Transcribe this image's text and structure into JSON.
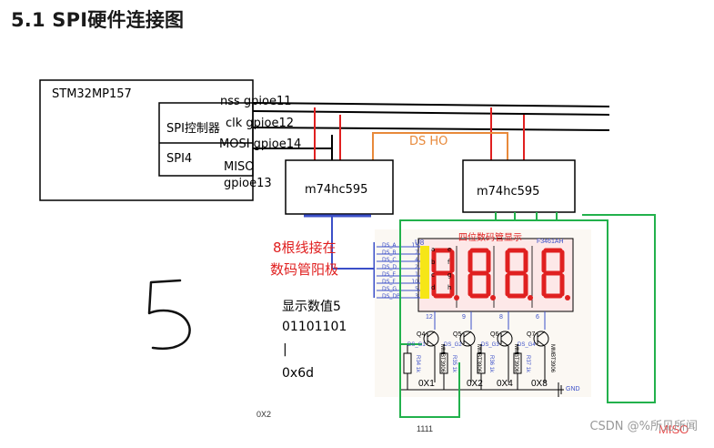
{
  "title": "5.1 SPI硬件连接图",
  "mcu": {
    "name": "STM32MP157",
    "controller_label": "SPI控制器",
    "spi_name": "SPI4"
  },
  "signals": {
    "nss": "nss gpioe11",
    "clk": "clk   gpioe12",
    "mosi": "MOSI  gpioe14",
    "miso_label": "MISO",
    "miso_pin": "gpioe13"
  },
  "chips": [
    {
      "name": "m74hc595"
    },
    {
      "name": "m74hc595"
    }
  ],
  "ds_ho_label": "DS  HO",
  "note_line1": "8根线接在",
  "note_line2": "数码管阳极",
  "display_value_label": "显示数值5",
  "binary_value": "01101101",
  "pipe": "|",
  "hex_value": "0x6d",
  "schematic": {
    "ref": "U8",
    "title": "四位数码管显示",
    "part": "F3461AH",
    "segment_pins": [
      {
        "name": "DS_A",
        "pin": "11"
      },
      {
        "name": "DS_B",
        "pin": "7"
      },
      {
        "name": "DS_C",
        "pin": "4"
      },
      {
        "name": "DS_D",
        "pin": "2"
      },
      {
        "name": "DS_E",
        "pin": "1"
      },
      {
        "name": "DS_F",
        "pin": "10"
      },
      {
        "name": "DS_G",
        "pin": "5"
      },
      {
        "name": "DS_DP",
        "pin": "3"
      }
    ],
    "segment_letters": [
      "a",
      "b",
      "c",
      "d",
      "e",
      "f",
      "g",
      "h"
    ],
    "digit_pins": [
      "12",
      "9",
      "8",
      "6"
    ],
    "transistors": [
      "Q4",
      "Q5",
      "Q6",
      "Q7"
    ],
    "transistor_part": "MMBT3906",
    "digit_signals": [
      "DS_G1",
      "DS_G2",
      "DS_G3",
      "DS_G4"
    ],
    "resistors": [
      "R34 1k",
      "R35 1k",
      "R36 1k",
      "R37 1k"
    ],
    "digit_codes": [
      "0X1",
      "0X2",
      "0X4",
      "0X8"
    ],
    "gnd": "GND",
    "bottom_left": "0X2",
    "bottom_center": "1111"
  },
  "handwritten_digit": "5",
  "watermark": "CSDN @%所见所闻",
  "watermark_overlay": "MISO",
  "colors": {
    "red": "#e02020",
    "orange": "#e8893a",
    "blue": "#3b4fc8",
    "green": "#22b14c",
    "yellow": "#f5e600"
  }
}
